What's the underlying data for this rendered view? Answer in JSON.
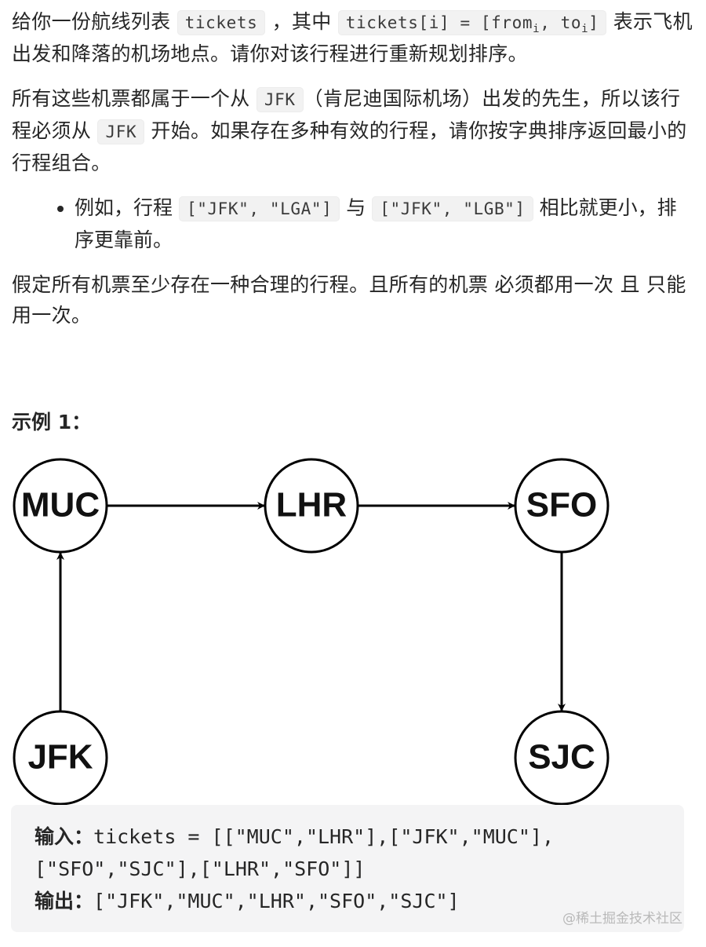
{
  "problem": {
    "p1": {
      "t1": "给你一份航线列表 ",
      "code1": "tickets",
      "t2": " ，其中 ",
      "code2_a": "tickets[i] = [from",
      "code2_sub1": "i",
      "code2_b": ", to",
      "code2_sub2": "i",
      "code2_c": "]",
      "t3": " 表示飞机出发和降落的机场地点。请你对该行程进行重新规划排序。"
    },
    "p2": {
      "t1": "所有这些机票都属于一个从 ",
      "code1": "JFK",
      "t2": "（肯尼迪国际机场）出发的先生，所以该行程必须从 ",
      "code2": "JFK",
      "t3": " 开始。如果存在多种有效的行程，请你按字典排序返回最小的行程组合。"
    },
    "bullet": {
      "t1": "例如，行程 ",
      "code1": "[\"JFK\", \"LGA\"]",
      "t2": " 与 ",
      "code2": "[\"JFK\", \"LGB\"]",
      "t3": " 相比就更小，排序更靠前。"
    },
    "p3": "假定所有机票至少存在一种合理的行程。且所有的机票 必须都用一次 且 只能用一次。"
  },
  "example": {
    "title": "示例 1：",
    "graph": {
      "nodes": [
        "MUC",
        "LHR",
        "SFO",
        "JFK",
        "SJC"
      ],
      "edges": [
        [
          "JFK",
          "MUC"
        ],
        [
          "MUC",
          "LHR"
        ],
        [
          "LHR",
          "SFO"
        ],
        [
          "SFO",
          "SJC"
        ]
      ]
    },
    "input_label": "输入：",
    "input_line1": "tickets = [[\"MUC\",\"LHR\"],[\"JFK\",\"MUC\"],",
    "input_line2": "[\"SFO\",\"SJC\"],[\"LHR\",\"SFO\"]]",
    "output_label": "输出：",
    "output_value": "[\"JFK\",\"MUC\",\"LHR\",\"SFO\",\"SJC\"]"
  },
  "watermark": "@稀土掘金技术社区"
}
